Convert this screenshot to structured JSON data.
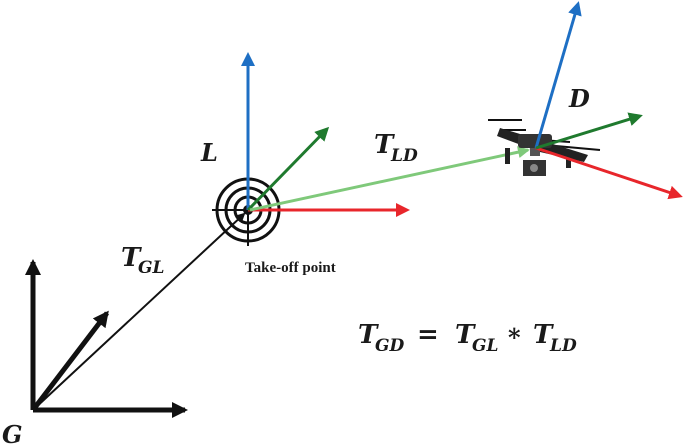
{
  "frames": {
    "global": {
      "label": "G"
    },
    "launch": {
      "label": "L"
    },
    "drone": {
      "label": "D"
    }
  },
  "transforms": {
    "ground_to_launch": {
      "main": "T",
      "sub": "GL"
    },
    "launch_to_drone": {
      "main": "T",
      "sub": "LD"
    }
  },
  "takeoff_label": "Take-off point",
  "equation": {
    "lhs": {
      "main": "T",
      "sub": "GD"
    },
    "equals": "=",
    "term1": {
      "main": "T",
      "sub": "GL"
    },
    "operator": "*",
    "term2": {
      "main": "T",
      "sub": "LD"
    }
  },
  "colors": {
    "x_axis": "#e8262b",
    "y_axis": "#1f7a2e",
    "z_axis": "#1e6fc4",
    "transform_green": "#7fc97a",
    "black": "#111111"
  }
}
